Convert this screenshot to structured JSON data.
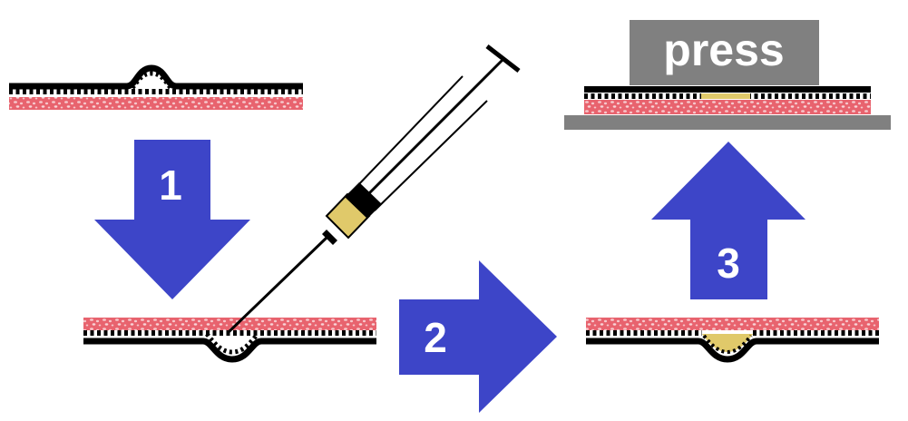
{
  "labels": {
    "press": "press",
    "step1": "1",
    "step2": "2",
    "step3": "3"
  },
  "colors": {
    "arrow": "#3d45c8",
    "tissue": "#e8636e",
    "tissue_speckle": "#f6c8cc",
    "membrane": "#000000",
    "filler": "#e0c96a",
    "press_block": "#808080",
    "background": "#ffffff"
  },
  "icons": {
    "syringe": "syringe-icon"
  }
}
